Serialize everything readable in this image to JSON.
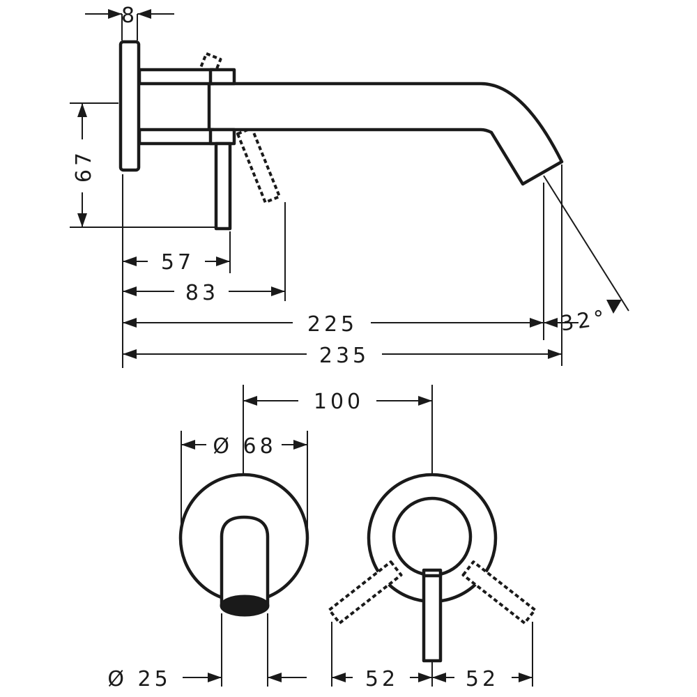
{
  "side_view": {
    "rosette_depth": "8",
    "height": "67",
    "lever_offset": "57",
    "lever_open_offset": "83",
    "spout_length": "225",
    "overall_length": "235",
    "spray_angle": "32°"
  },
  "front_view": {
    "axis_spacing": "100",
    "rosette_diameter": "Ø 68",
    "outlet_diameter": "Ø 25",
    "lever_left": "52",
    "lever_right": "52"
  }
}
